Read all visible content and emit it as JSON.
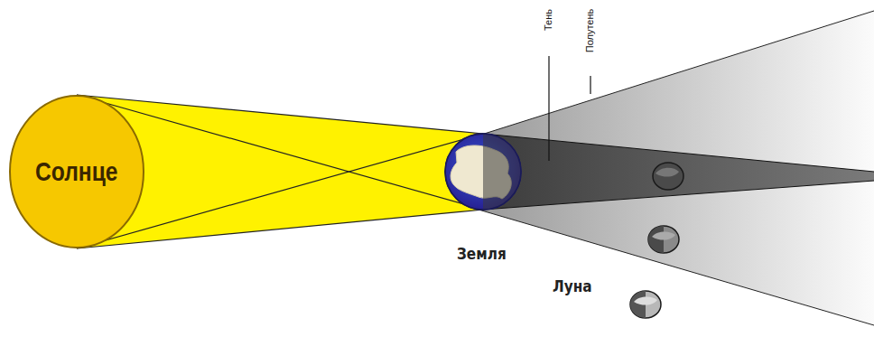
{
  "diagram": {
    "nodes": [
      {
        "text": [
          "Солнце"
        ]
      }
    ],
    "labels": [
      "Тень",
      "Полутень",
      "Земля",
      "Луна"
    ]
  }
}
